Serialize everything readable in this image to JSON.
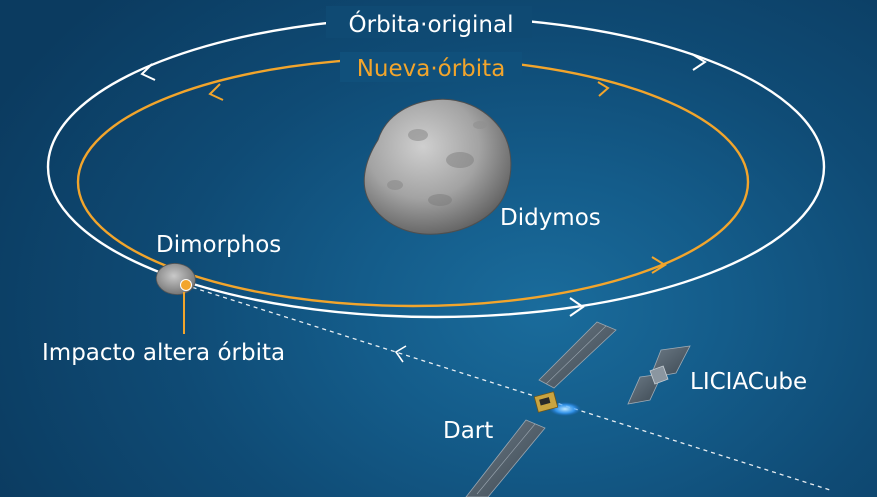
{
  "labels": {
    "original_orbit": "Órbita·original",
    "new_orbit": "Nueva·órbita",
    "didymos": "Didymos",
    "dimorphos": "Dimorphos",
    "impact": "Impacto altera órbita",
    "dart": "Dart",
    "liciacube": "LICIACube"
  },
  "colors": {
    "original_orbit": "#ffffff",
    "new_orbit": "#f2a52c",
    "background": "#145c8a"
  },
  "icons": [
    "asteroid-didymos",
    "asteroid-dimorphos",
    "dart-spacecraft",
    "liciacube-spacecraft",
    "direction-arrow"
  ]
}
